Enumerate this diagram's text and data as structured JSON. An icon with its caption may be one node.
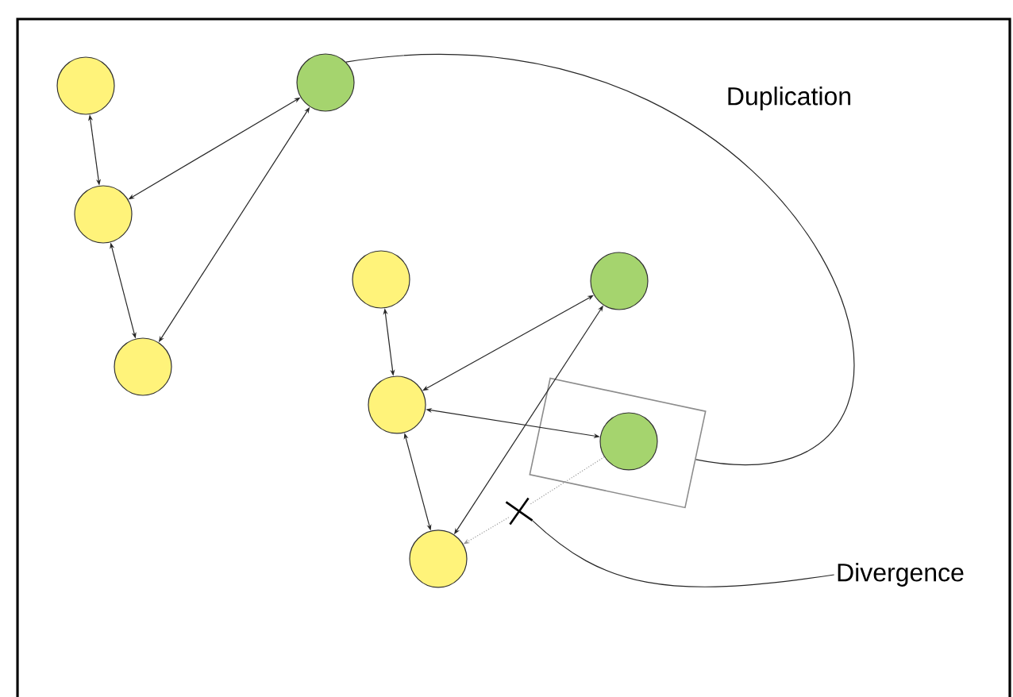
{
  "diagram": {
    "nodes": [
      {
        "text": [],
        "shape": "circle"
      },
      {
        "text": [],
        "shape": "circle"
      },
      {
        "text": [],
        "shape": "circle"
      },
      {
        "text": [],
        "shape": "circle"
      },
      {
        "text": [],
        "shape": "circle"
      },
      {
        "text": [],
        "shape": "circle"
      },
      {
        "text": [],
        "shape": "circle"
      },
      {
        "text": [],
        "shape": "box"
      },
      {
        "text": [],
        "shape": "circle",
        "in": 7
      },
      {
        "text": [],
        "shape": "circle"
      },
      {
        "text": [],
        "shape": "cross"
      },
      {
        "text": [
          "Duplication"
        ]
      },
      {
        "text": [
          "Divergence"
        ]
      }
    ],
    "edges": [
      {
        "from": 0,
        "to": 2,
        "arrow": "both"
      },
      {
        "from": 2,
        "to": 1,
        "arrow": "both"
      },
      {
        "from": 1,
        "to": 3,
        "arrow": "both"
      },
      {
        "from": 2,
        "to": 3,
        "arrow": "both"
      },
      {
        "from": 4,
        "to": 6,
        "arrow": "both"
      },
      {
        "from": 6,
        "to": 5,
        "arrow": "both"
      },
      {
        "from": 5,
        "to": 9,
        "arrow": "both"
      },
      {
        "from": 6,
        "to": 9,
        "arrow": "both"
      },
      {
        "from": 6,
        "to": 8,
        "arrow": "both"
      },
      {
        "from": 8,
        "to": 10,
        "arrow": "none",
        "style": "dashed",
        "color": "#999999"
      },
      {
        "from": 10,
        "to": 9,
        "arrow": "to",
        "style": "dashed",
        "color": "#999999"
      },
      {
        "from": 1,
        "to": 7,
        "arrow": "none"
      },
      {
        "from": 12,
        "to": 10,
        "arrow": "none"
      }
    ]
  }
}
